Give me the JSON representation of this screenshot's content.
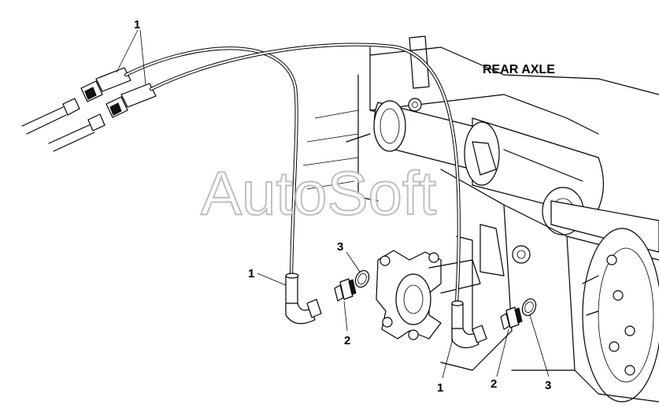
{
  "diagram": {
    "title": "REAR AXLE",
    "watermark": "AutoSoft",
    "callouts": {
      "pipe_top": "1",
      "pipe_left": "1",
      "pipe_right": "1",
      "fitting_left": "2",
      "fitting_right": "2",
      "oring_left": "3",
      "oring_right": "3"
    }
  }
}
